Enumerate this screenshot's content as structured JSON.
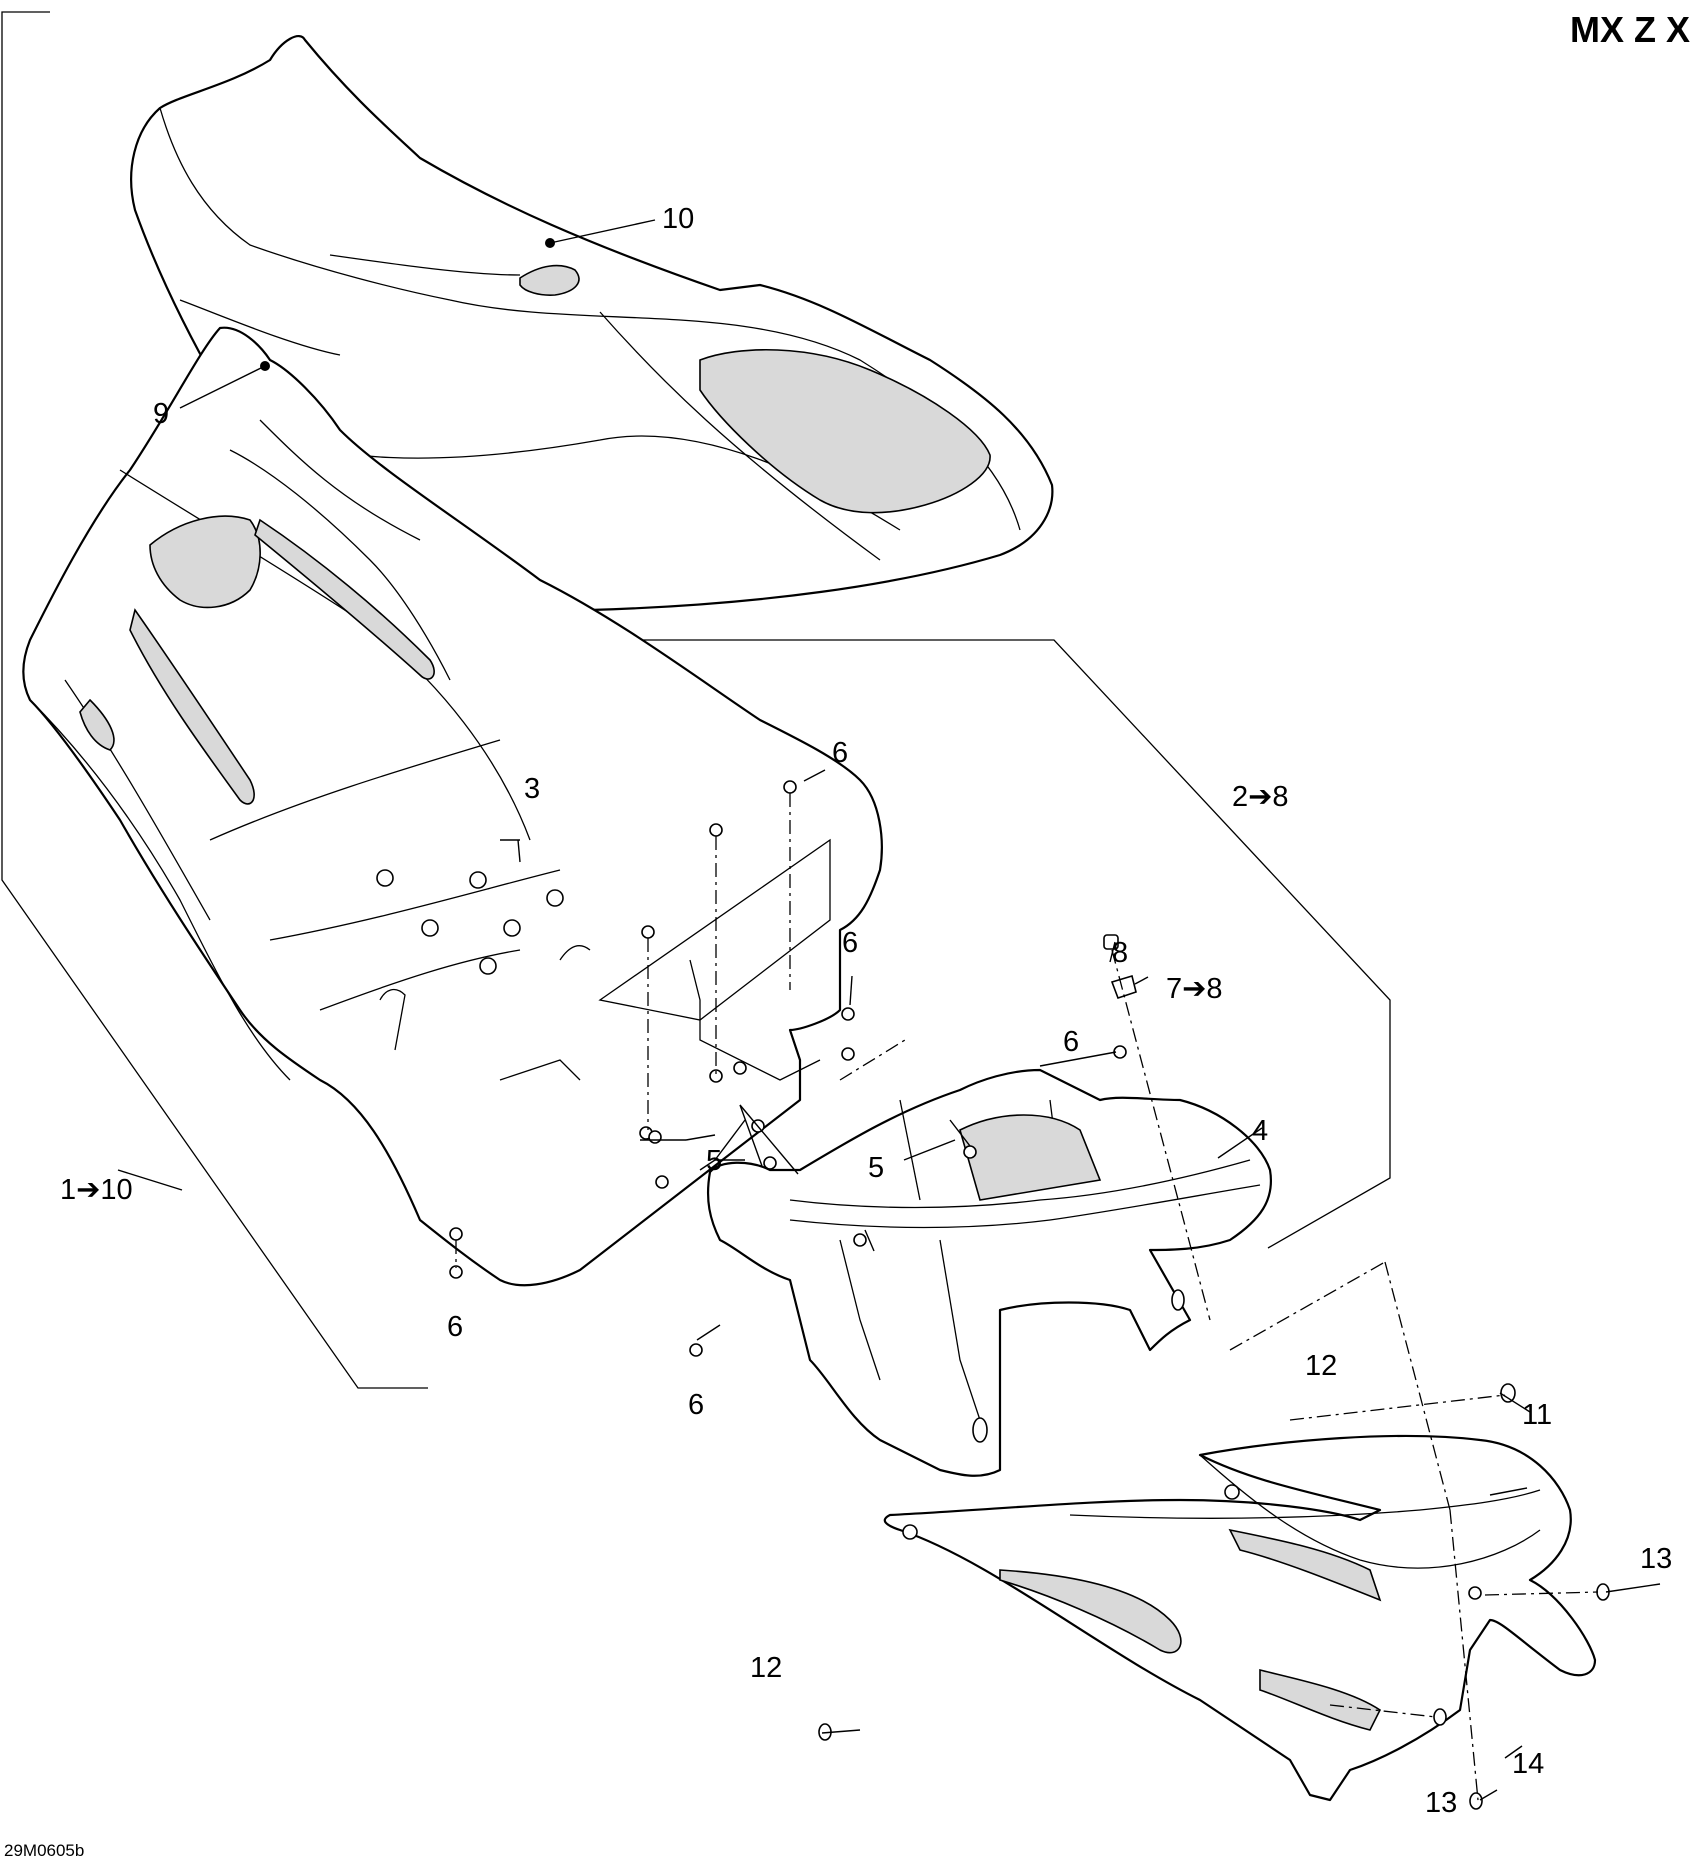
{
  "model_label": "MX Z X",
  "reference_code": "29M0605b",
  "callouts": {
    "c10": "10",
    "c9": "9",
    "c3": "3",
    "c6_top": "6",
    "c6_mid": "6",
    "c6_bottom": "6",
    "c6_fwd": "6",
    "c6_low": "6",
    "c5_left": "5",
    "c5_right": "5",
    "c1_10": "1➔10",
    "c2_8": "2➔8",
    "c8": "8",
    "c7_8": "7➔8",
    "c4": "4",
    "c12_top": "12",
    "c12_bottom": "12",
    "c11": "11",
    "c13_right": "13",
    "c13_bottom": "13",
    "c14": "14"
  }
}
